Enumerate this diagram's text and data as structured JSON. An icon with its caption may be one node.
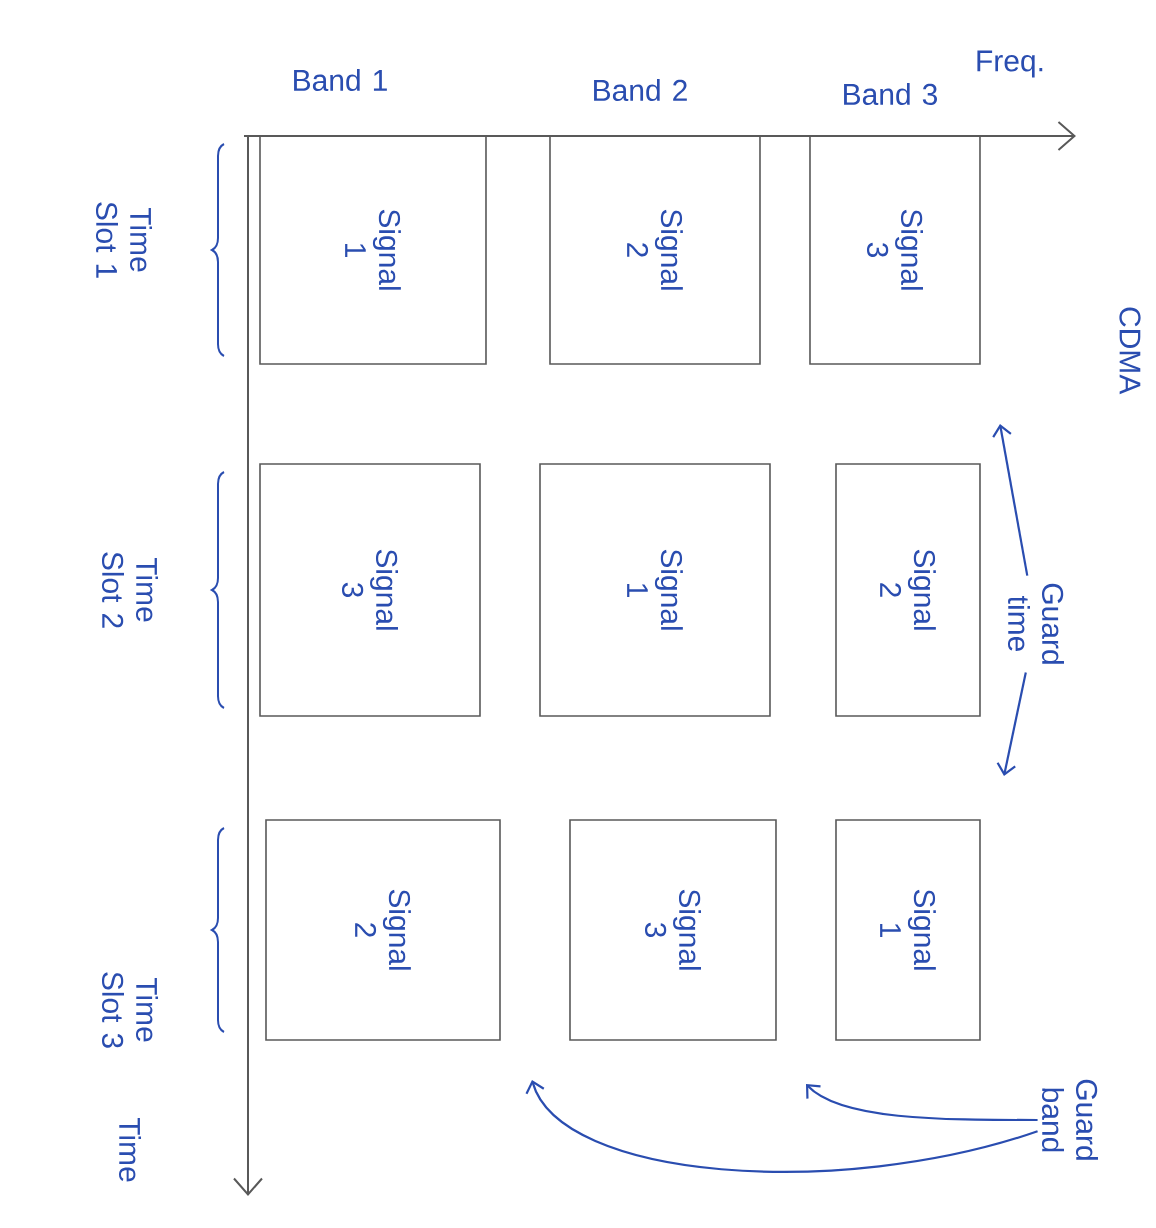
{
  "diagram": {
    "nodes": [
      {
        "text": [
          "Signal 1"
        ]
      },
      {
        "text": [
          "Signal 2"
        ]
      },
      {
        "text": [
          "Signal 3"
        ]
      },
      {
        "text": [
          "Signal 3"
        ]
      },
      {
        "text": [
          "Signal 1"
        ]
      },
      {
        "text": [
          "Signal 2"
        ]
      },
      {
        "text": [
          "Signal 2"
        ]
      },
      {
        "text": [
          "Signal 3"
        ]
      },
      {
        "text": [
          "Signal 1"
        ]
      },
      {
        "text": [
          "Guard time"
        ]
      },
      {
        "text": [
          "Guard band"
        ]
      }
    ],
    "edges": [
      {
        "from": 9,
        "to": null,
        "arrow": "to"
      },
      {
        "from": 9,
        "to": null,
        "arrow": "to"
      },
      {
        "from": 10,
        "to": null,
        "arrow": "to"
      },
      {
        "from": 10,
        "to": null,
        "arrow": "to"
      }
    ],
    "labels": [
      "Band 1",
      "Band 2",
      "Band 3",
      "Freq.",
      "CDMA",
      "Time Slot 1",
      "Time Slot 2",
      "Time Slot 3",
      "Time"
    ]
  }
}
